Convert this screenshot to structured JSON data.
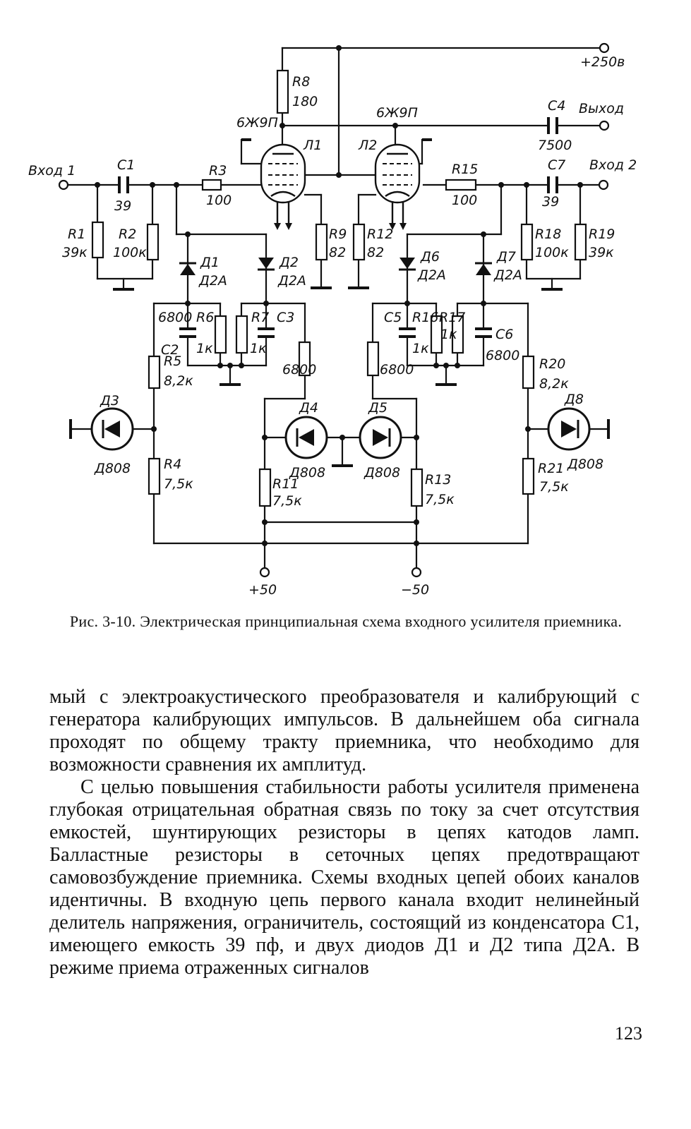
{
  "schematic": {
    "terminals": {
      "vin1": "Вход 1",
      "vin2": "Вход 2",
      "vout": "Выход",
      "supply": "+250в",
      "plus50": "+50",
      "minus50": "−50"
    },
    "tubes": {
      "l1": "Л1",
      "l2": "Л2",
      "type1": "6Ж9П",
      "type2": "6Ж9П"
    },
    "resistors": {
      "r1": "R1",
      "r1v": "39к",
      "r2": "R2",
      "r2v": "100к",
      "r3": "R3",
      "r3v": "100",
      "r4": "R4",
      "r4v": "7,5к",
      "r5": "R5",
      "r5v": "8,2к",
      "r6": "R6",
      "r6v": "1к",
      "r7": "R7",
      "r7v": "1к",
      "r8": "R8",
      "r8v": "180",
      "r9": "R9",
      "r9v": "82",
      "r11": "R11",
      "r11v": "7,5к",
      "r12": "R12",
      "r12v": "82",
      "r13": "R13",
      "r13v": "7,5к",
      "r15": "R15",
      "r15v": "100",
      "r16": "R16",
      "r16v": "1к",
      "r17": "R17",
      "r17v": "1к",
      "r18": "R18",
      "r18v": "100к",
      "r19": "R19",
      "r19v": "39к",
      "r20": "R20",
      "r20v": "8,2к",
      "r21": "R21",
      "r21v": "7,5к"
    },
    "capacitors": {
      "c1": "C1",
      "c1v": "39",
      "c2": "C2",
      "c2v": "6800",
      "c3": "C3",
      "c3v": "6800",
      "c4": "C4",
      "c4v": "7500",
      "c5": "C5",
      "c5v": "6800",
      "c6": "C6",
      "c6v": "6800",
      "c7": "C7",
      "c7v": "39"
    },
    "diodes": {
      "d1": "Д1",
      "d1t": "Д2А",
      "d2": "Д2",
      "d2t": "Д2А",
      "d3": "Д3",
      "d3t": "Д808",
      "d4": "Д4",
      "d4t": "Д808",
      "d5": "Д5",
      "d5t": "Д808",
      "d6": "Д6",
      "d6t": "Д2А",
      "d7": "Д7",
      "d7t": "Д2А",
      "d8": "Д8",
      "d8t": "Д808"
    }
  },
  "caption": "Рис. 3-10. Электрическая принципиальная схема входного усилителя приемника.",
  "paragraphs": [
    "мый с электроакустического преобразователя и калибрующий с генератора калибрующих импульсов. В дальнейшем оба сигнала проходят по общему тракту приемника, что необходимо для возможности сравнения их амплитуд.",
    "С целью повышения стабильности работы усилителя применена глубокая отрицательная обратная связь по току за счет отсутствия емкостей, шунтирующих резисторы в цепях катодов ламп. Балластные резисторы в сеточных цепях предотвращают самовозбуждение приемника. Схемы входных цепей обоих каналов идентичны. В входную цепь первого канала входит нелинейный делитель напряжения, ограничитель, состоящий из конденсатора С1, имеющего емкость 39 пф, и двух диодов Д1 и Д2 типа Д2А. В режиме приема отраженных сигналов"
  ],
  "page_number": "123"
}
